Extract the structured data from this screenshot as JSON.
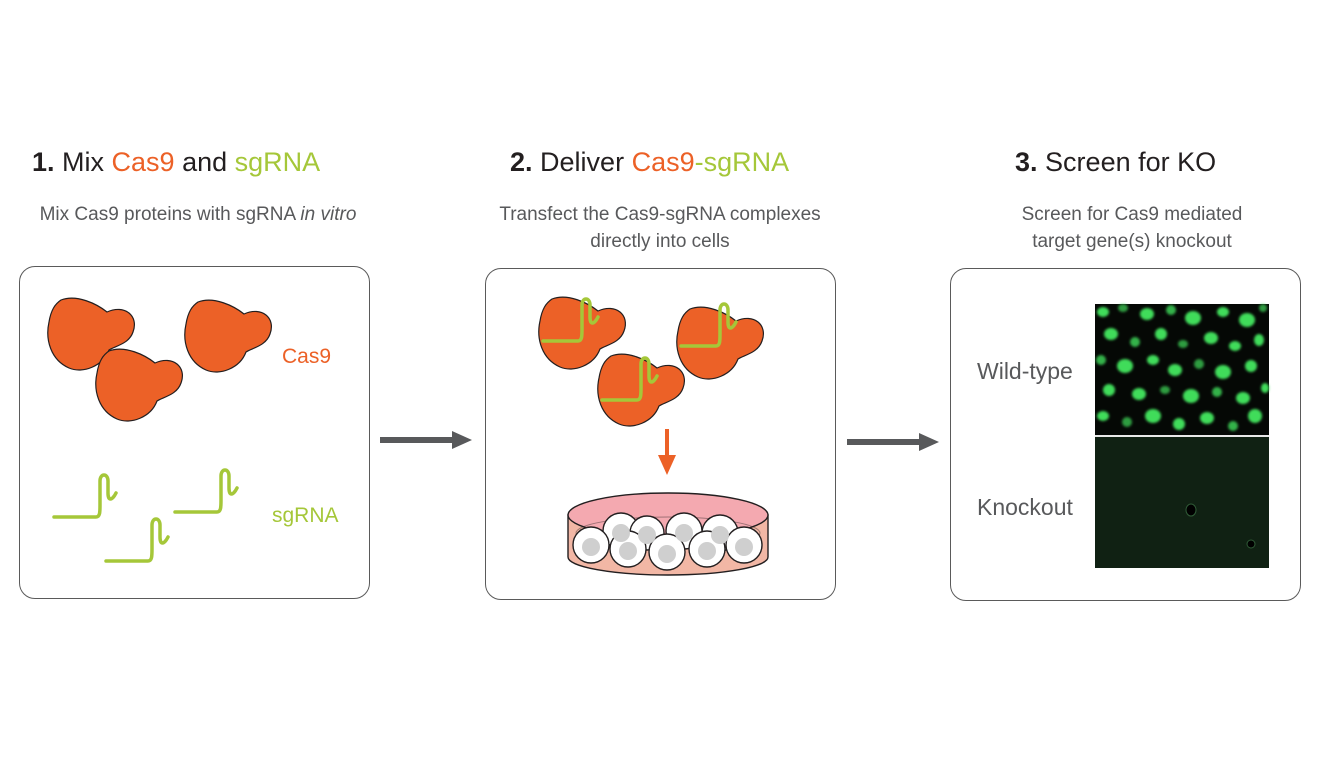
{
  "steps": [
    {
      "number": "1.",
      "title_parts": [
        {
          "text": "Mix ",
          "color": "#231f20"
        },
        {
          "text": "Cas9",
          "color": "#ec6127"
        },
        {
          "text": " and ",
          "color": "#231f20"
        },
        {
          "text": "sgRNA",
          "color": "#a5c739"
        }
      ],
      "subtitle_main": "Mix Cas9 proteins with sgRNA ",
      "subtitle_italic": "in vitro",
      "labels": {
        "protein": "Cas9",
        "rna": "sgRNA"
      }
    },
    {
      "number": "2.",
      "title_parts": [
        {
          "text": "Deliver ",
          "color": "#231f20"
        },
        {
          "text": "Cas9",
          "color": "#ec6127"
        },
        {
          "text": "-",
          "color": "#a5c739"
        },
        {
          "text": "sgRNA",
          "color": "#a5c739"
        }
      ],
      "subtitle_line1": "Transfect the Cas9-sgRNA complexes",
      "subtitle_line2": "directly into cells"
    },
    {
      "number": "3.",
      "title_parts": [
        {
          "text": "Screen for KO",
          "color": "#231f20"
        }
      ],
      "subtitle_line1": "Screen for Cas9 mediated",
      "subtitle_line2": "target gene(s) knockout",
      "labels": {
        "wild_type": "Wild-type",
        "knockout": "Knockout"
      }
    }
  ],
  "colors": {
    "cas9": "#ec6127",
    "sgrna": "#a5c739",
    "arrow": "#58595b",
    "dish_medium": "#f4a9b0",
    "dish_bottom": "#f2b7a5",
    "fluorescence": "#3fdc5a"
  }
}
